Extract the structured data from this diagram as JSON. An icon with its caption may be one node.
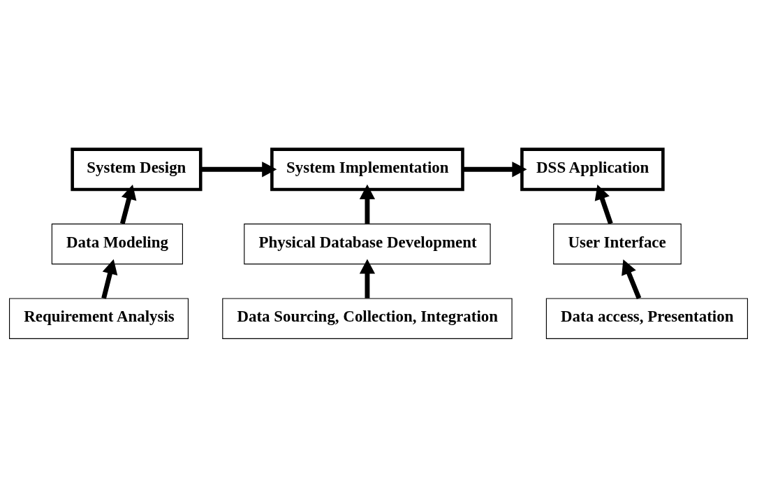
{
  "diagram": {
    "nodes": [
      {
        "text": [
          "System Design"
        ]
      },
      {
        "text": [
          "System Implementation"
        ]
      },
      {
        "text": [
          "DSS Application"
        ]
      },
      {
        "text": [
          "Data Modeling"
        ]
      },
      {
        "text": [
          "Physical Database Development"
        ]
      },
      {
        "text": [
          "User Interface"
        ]
      },
      {
        "text": [
          "Requirement Analysis"
        ]
      },
      {
        "text": [
          "Data Sourcing, Collection, Integration"
        ]
      },
      {
        "text": [
          "Data access, Presentation"
        ]
      }
    ],
    "edges": [
      {
        "from": 0,
        "to": 1,
        "arrow": "to"
      },
      {
        "from": 1,
        "to": 2,
        "arrow": "to"
      },
      {
        "from": 3,
        "to": 0,
        "arrow": "to"
      },
      {
        "from": 6,
        "to": 3,
        "arrow": "to"
      },
      {
        "from": 4,
        "to": 1,
        "arrow": "to"
      },
      {
        "from": 7,
        "to": 4,
        "arrow": "to"
      },
      {
        "from": 5,
        "to": 2,
        "arrow": "to"
      },
      {
        "from": 8,
        "to": 5,
        "arrow": "to"
      }
    ]
  }
}
